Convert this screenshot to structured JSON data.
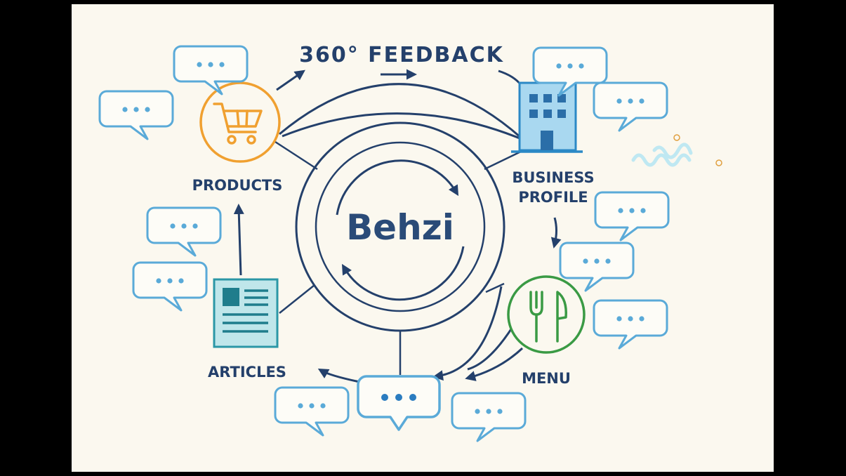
{
  "title": "360° FEEDBACK",
  "center_label": "Behzi",
  "nodes": {
    "products": {
      "label": "PRODUCTS",
      "icon": "shopping-cart-icon"
    },
    "business_profile": {
      "label_line1": "BUSINESS",
      "label_line2": "PROFILE",
      "icon": "office-building-icon"
    },
    "menu": {
      "label": "MENU",
      "icon": "fork-knife-icon"
    },
    "articles": {
      "label": "ARTICLES",
      "icon": "newspaper-icon"
    },
    "feedback": {
      "icon": "chat-bubble-icon"
    }
  },
  "colors": {
    "background": "#fbf8ef",
    "lines": "#24406b",
    "products": "#f0a030",
    "business": "#2b89c6",
    "menu": "#3a9a44",
    "articles": "#2b97a6",
    "bubbles": "#5aaad8"
  }
}
